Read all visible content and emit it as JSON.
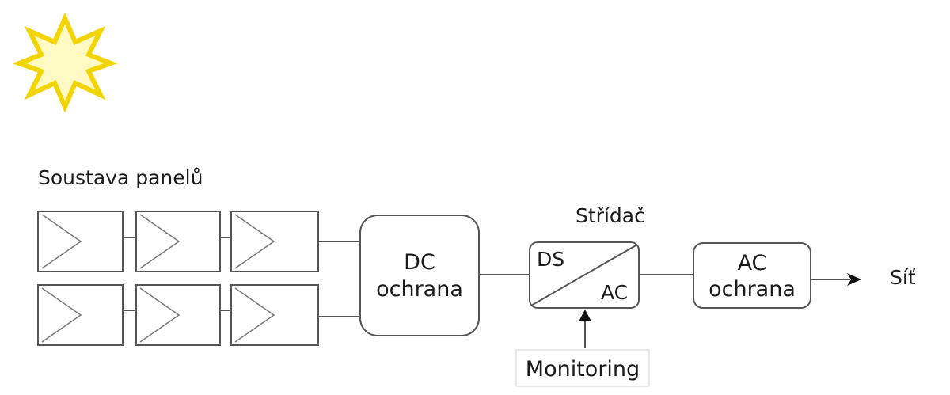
{
  "labels": {
    "panels": "Soustava panelů",
    "inverter": "Střídač",
    "grid": "Síť",
    "monitoring": "Monitoring"
  },
  "dc_protection": {
    "line1": "DC",
    "line2": "ochrana"
  },
  "inverter_block": {
    "input": "DS",
    "output": "AC"
  },
  "ac_protection": {
    "line1": "AC",
    "line2": "ochrana"
  },
  "icons": {
    "sun": "sun-icon",
    "panel": "solar-panel-icon",
    "arrow": "arrow-right-icon",
    "monitoring_arrow": "arrow-up-icon"
  },
  "colors": {
    "sun_fill": "#fff9c4",
    "sun_stroke": "#f2d400",
    "line": "#555555",
    "text": "#1a1a1a"
  }
}
